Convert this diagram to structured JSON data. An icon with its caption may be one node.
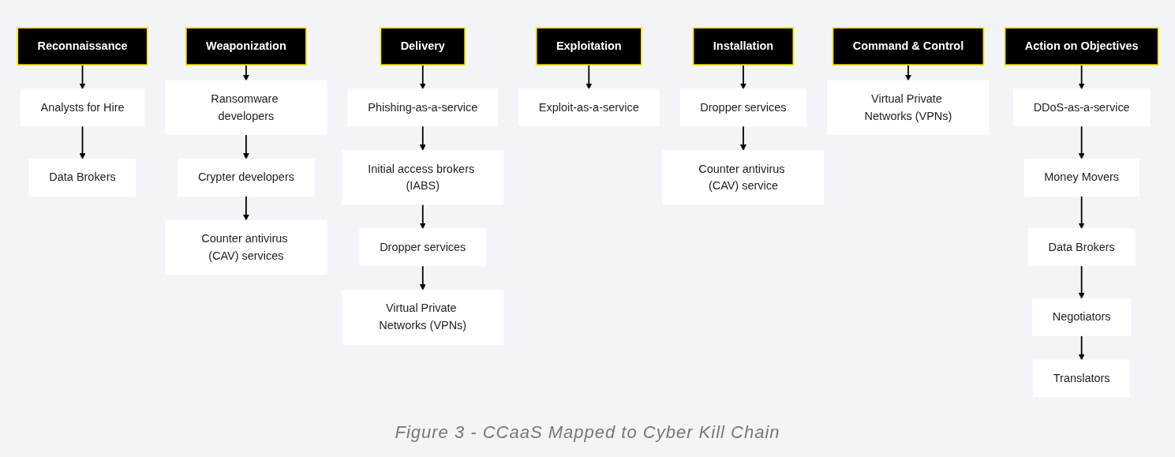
{
  "diagram": {
    "caption": "Figure 3 - CCaaS Mapped to Cyber Kill Chain",
    "nodes": [
      {
        "text": [
          "Reconnaissance"
        ]
      },
      {
        "text": [
          "Analysts for Hire"
        ]
      },
      {
        "text": [
          "Data Brokers"
        ]
      },
      {
        "text": [
          "Weaponization"
        ]
      },
      {
        "text": [
          "Ransomware developers"
        ]
      },
      {
        "text": [
          "Crypter developers"
        ]
      },
      {
        "text": [
          "Counter antivirus (CAV) services"
        ]
      },
      {
        "text": [
          "Delivery"
        ]
      },
      {
        "text": [
          "Phishing-as-a-service"
        ]
      },
      {
        "text": [
          "Initial access brokers (IABS)"
        ]
      },
      {
        "text": [
          "Dropper services"
        ]
      },
      {
        "text": [
          "Virtual Private Networks (VPNs)"
        ]
      },
      {
        "text": [
          "Exploitation"
        ]
      },
      {
        "text": [
          "Exploit-as-a-service"
        ]
      },
      {
        "text": [
          "Installation"
        ]
      },
      {
        "text": [
          "Dropper services"
        ]
      },
      {
        "text": [
          "Counter antivirus (CAV) service"
        ]
      },
      {
        "text": [
          "Command & Control"
        ]
      },
      {
        "text": [
          "Virtual Private Networks (VPNs)"
        ]
      },
      {
        "text": [
          "Action on Objectives"
        ]
      },
      {
        "text": [
          "DDoS-as-a-service"
        ]
      },
      {
        "text": [
          "Money Movers"
        ]
      },
      {
        "text": [
          "Data Brokers"
        ]
      },
      {
        "text": [
          "Negotiators"
        ]
      },
      {
        "text": [
          "Translators"
        ]
      }
    ],
    "edges": [
      {
        "from": 0,
        "to": 1,
        "arrow": "to"
      },
      {
        "from": 1,
        "to": 2,
        "arrow": "to"
      },
      {
        "from": 3,
        "to": 4,
        "arrow": "to"
      },
      {
        "from": 4,
        "to": 5,
        "arrow": "to"
      },
      {
        "from": 5,
        "to": 6,
        "arrow": "to"
      },
      {
        "from": 7,
        "to": 8,
        "arrow": "to"
      },
      {
        "from": 8,
        "to": 9,
        "arrow": "to"
      },
      {
        "from": 9,
        "to": 10,
        "arrow": "to"
      },
      {
        "from": 10,
        "to": 11,
        "arrow": "to"
      },
      {
        "from": 12,
        "to": 13,
        "arrow": "to"
      },
      {
        "from": 14,
        "to": 15,
        "arrow": "to"
      },
      {
        "from": 15,
        "to": 16,
        "arrow": "to"
      },
      {
        "from": 17,
        "to": 18,
        "arrow": "to"
      },
      {
        "from": 19,
        "to": 20,
        "arrow": "to"
      },
      {
        "from": 20,
        "to": 21,
        "arrow": "to"
      },
      {
        "from": 21,
        "to": 22,
        "arrow": "to"
      },
      {
        "from": 22,
        "to": 23,
        "arrow": "to"
      },
      {
        "from": 23,
        "to": 24,
        "arrow": "to"
      }
    ]
  }
}
